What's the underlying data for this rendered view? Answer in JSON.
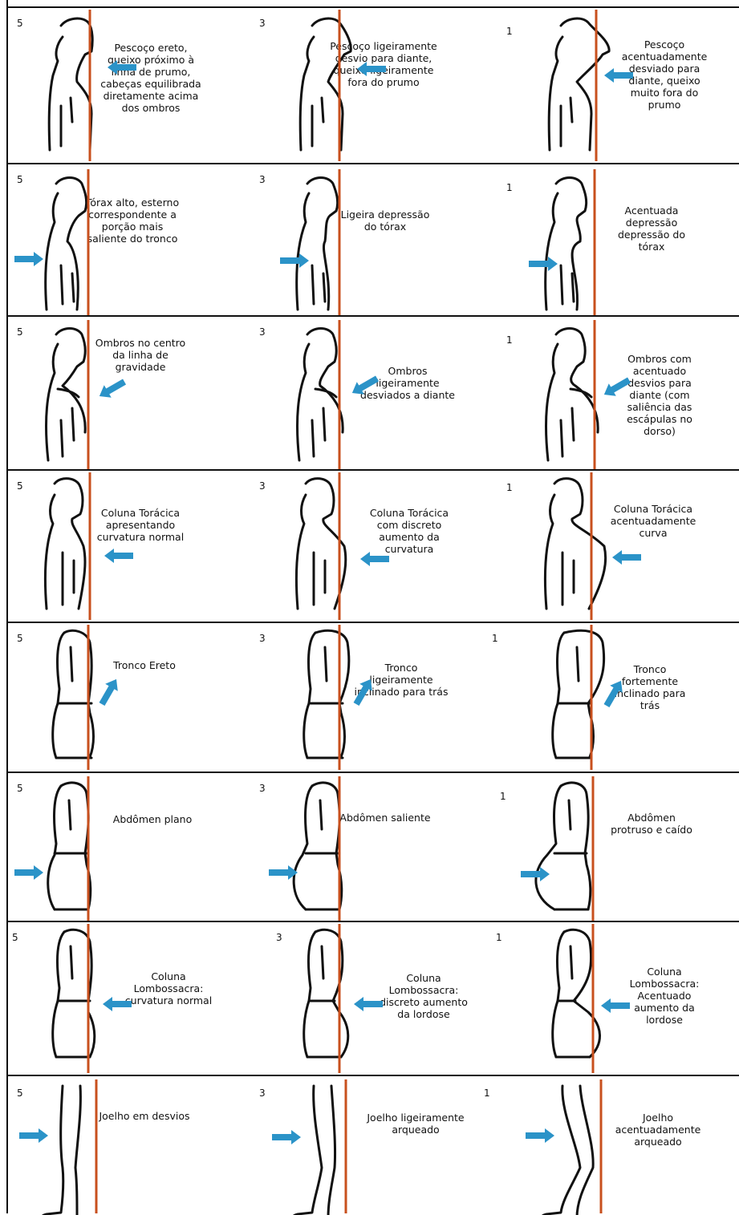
{
  "colors": {
    "plumb_line": "#c8501e",
    "arrow": "#2b93c8",
    "outline": "#111111"
  },
  "rows": [
    {
      "type": "neck",
      "cells": [
        {
          "score": "5",
          "caption": "Pescoço ereto,\nqueixo próximo à\nlinha de prumo,\ncabeças equilibrada\ndiretamente acima\ndos ombros",
          "variant": 0
        },
        {
          "score": "3",
          "caption": "Pescoço ligeiramente\ndesvio para diante,\nqueixo ligeiramente\nfora do prumo",
          "variant": 1
        },
        {
          "score": "1",
          "caption": "Pescoço\nacentuadamente\ndesviado para\ndiante, queixo\nmuito fora do\nprumo",
          "variant": 2
        }
      ]
    },
    {
      "type": "chest",
      "cells": [
        {
          "score": "5",
          "caption": "Tórax alto, esterno\ncorrespondente a\nporção mais\nsaliente do tronco",
          "variant": 0
        },
        {
          "score": "3",
          "caption": "Ligeira depressão\ndo tórax",
          "variant": 1
        },
        {
          "score": "1",
          "caption": "Acentuada\ndepressão\ndepressão do\ntórax",
          "variant": 2
        }
      ]
    },
    {
      "type": "shoulder",
      "cells": [
        {
          "score": "5",
          "caption": "Ombros no centro\nda linha de\ngravidade",
          "variant": 0
        },
        {
          "score": "3",
          "caption": "Ombros\nligeiramente\ndesviados a diante",
          "variant": 1
        },
        {
          "score": "1",
          "caption": "Ombros com\nacentuado\ndesvios para\ndiante (com\nsaliência das\nescápulas no\ndorso)",
          "variant": 2
        }
      ]
    },
    {
      "type": "thoracic",
      "cells": [
        {
          "score": "5",
          "caption": "Coluna Torácica\napresentando\ncurvatura normal",
          "variant": 0
        },
        {
          "score": "3",
          "caption": "Coluna Torácica\ncom discreto\naumento da\ncurvatura",
          "variant": 1
        },
        {
          "score": "1",
          "caption": "Coluna Torácica\nacentuadamente\ncurva",
          "variant": 2
        }
      ]
    },
    {
      "type": "trunk",
      "cells": [
        {
          "score": "5",
          "caption": "Tronco Ereto",
          "variant": 0
        },
        {
          "score": "3",
          "caption": "Tronco\nligeiramente\ninclinado para trás",
          "variant": 1
        },
        {
          "score": "1",
          "caption": "Tronco\nfortemente\ninclinado para\ntrás",
          "variant": 2
        }
      ]
    },
    {
      "type": "abdomen",
      "cells": [
        {
          "score": "5",
          "caption": "Abdômen plano",
          "variant": 0
        },
        {
          "score": "3",
          "caption": "Abdômen saliente",
          "variant": 1
        },
        {
          "score": "1",
          "caption": "Abdômen\nprotruso e caído",
          "variant": 2
        }
      ]
    },
    {
      "type": "lumbar",
      "cells": [
        {
          "score": "5",
          "caption": "Coluna\nLombossacra:\ncurvatura normal",
          "variant": 0
        },
        {
          "score": "3",
          "caption": "Coluna\nLombossacra:\ndiscreto aumento\nda lordose",
          "variant": 1
        },
        {
          "score": "1",
          "caption": "Coluna\nLombossacra:\nAcentuado\naumento da\nlordose",
          "variant": 2
        }
      ]
    },
    {
      "type": "knee",
      "cells": [
        {
          "score": "5",
          "caption": "Joelho em desvios",
          "variant": 0
        },
        {
          "score": "3",
          "caption": "Joelho ligeiramente\narqueado",
          "variant": 1
        },
        {
          "score": "1",
          "caption": "Joelho\nacentuadamente\narqueado",
          "variant": 2
        }
      ]
    }
  ]
}
